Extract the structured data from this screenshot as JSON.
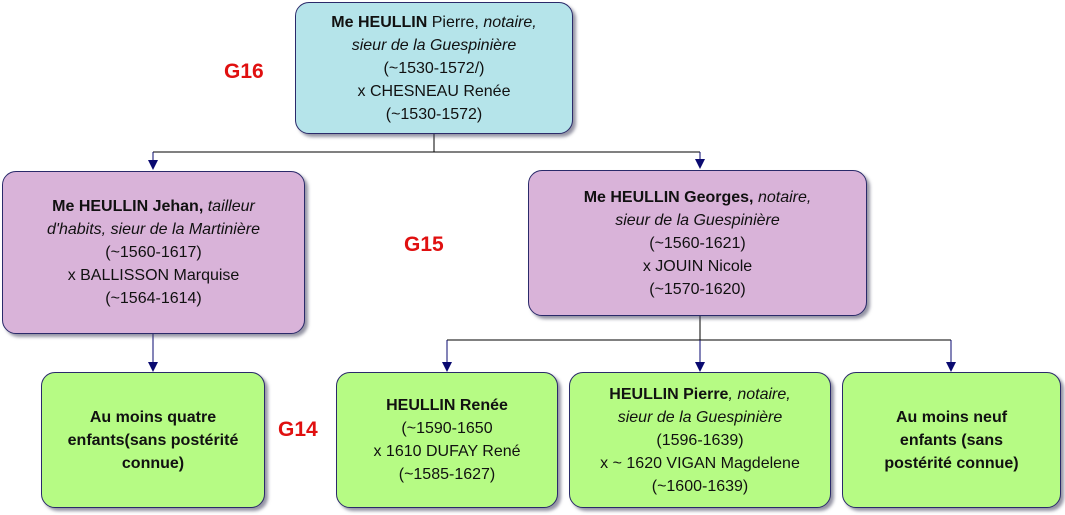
{
  "colors": {
    "root": "#b5e4ea",
    "parent": "#d9b3d9",
    "child": "#b6fb84",
    "border": "#2a2a6a",
    "line": "#000000",
    "arrow": "#0a0a70",
    "generation": "#e01010"
  },
  "generations": {
    "g16": "G16",
    "g15": "G15",
    "g14": "G14"
  },
  "boxes": [
    {
      "id": "pierre-senior",
      "level": "root",
      "lines": [
        [
          {
            "t": "Me HEULLIN",
            "s": "b"
          },
          {
            "t": " Pierre, ",
            "s": ""
          },
          {
            "t": "notaire,",
            "s": "i"
          }
        ],
        [
          {
            "t": "sieur de la Guespinière",
            "s": "i"
          }
        ],
        [
          {
            "t": "(~1530-1572/)",
            "s": ""
          }
        ],
        [
          {
            "t": "x CHESNEAU Renée",
            "s": ""
          }
        ],
        [
          {
            "t": "(~1530-1572)",
            "s": ""
          }
        ]
      ]
    },
    {
      "id": "jehan",
      "level": "parent",
      "lines": [
        [
          {
            "t": "Me HEULLIN Jehan,",
            "s": "b"
          },
          {
            "t": " tailleur",
            "s": "i"
          }
        ],
        [
          {
            "t": "d'habits, sieur de la Martinière",
            "s": "i"
          }
        ],
        [
          {
            "t": "(~1560-1617)",
            "s": ""
          }
        ],
        [
          {
            "t": "x BALLISSON Marquise",
            "s": ""
          }
        ],
        [
          {
            "t": "(~1564-1614)",
            "s": ""
          }
        ]
      ]
    },
    {
      "id": "georges",
      "level": "parent",
      "lines": [
        [
          {
            "t": "Me HEULLIN Georges,",
            "s": "b"
          },
          {
            "t": " notaire,",
            "s": "i"
          }
        ],
        [
          {
            "t": "sieur de la Guespinière",
            "s": "i"
          }
        ],
        [
          {
            "t": "(~1560-1621)",
            "s": ""
          }
        ],
        [
          {
            "t": "x JOUIN Nicole",
            "s": ""
          }
        ],
        [
          {
            "t": "(~1570-1620)",
            "s": ""
          }
        ]
      ]
    },
    {
      "id": "jehan-children",
      "level": "child",
      "lines": [
        [
          {
            "t": "Au moins quatre",
            "s": "b"
          }
        ],
        [
          {
            "t": "enfants(sans postérité",
            "s": "b"
          }
        ],
        [
          {
            "t": "connue)",
            "s": "b"
          }
        ]
      ]
    },
    {
      "id": "renee",
      "level": "child",
      "lines": [
        [
          {
            "t": "HEULLIN Renée",
            "s": "b"
          }
        ],
        [
          {
            "t": "(~1590-1650",
            "s": ""
          }
        ],
        [
          {
            "t": "x 1610 DUFAY René",
            "s": ""
          }
        ],
        [
          {
            "t": "(~1585-1627)",
            "s": ""
          }
        ]
      ]
    },
    {
      "id": "pierre-junior",
      "level": "child",
      "lines": [
        [
          {
            "t": "HEULLIN Pierre",
            "s": "b"
          },
          {
            "t": ", notaire,",
            "s": "i"
          }
        ],
        [
          {
            "t": "sieur de la Guespinière",
            "s": "i"
          }
        ],
        [
          {
            "t": "(1596-1639)",
            "s": ""
          }
        ],
        [
          {
            "t": "x ~ 1620 VIGAN Magdelene",
            "s": ""
          }
        ],
        [
          {
            "t": "(~1600-1639)",
            "s": ""
          }
        ]
      ]
    },
    {
      "id": "georges-children",
      "level": "child",
      "lines": [
        [
          {
            "t": "Au moins neuf",
            "s": "b"
          }
        ],
        [
          {
            "t": "enfants (sans",
            "s": "b"
          }
        ],
        [
          {
            "t": "postérité connue)",
            "s": "b"
          }
        ]
      ]
    }
  ]
}
